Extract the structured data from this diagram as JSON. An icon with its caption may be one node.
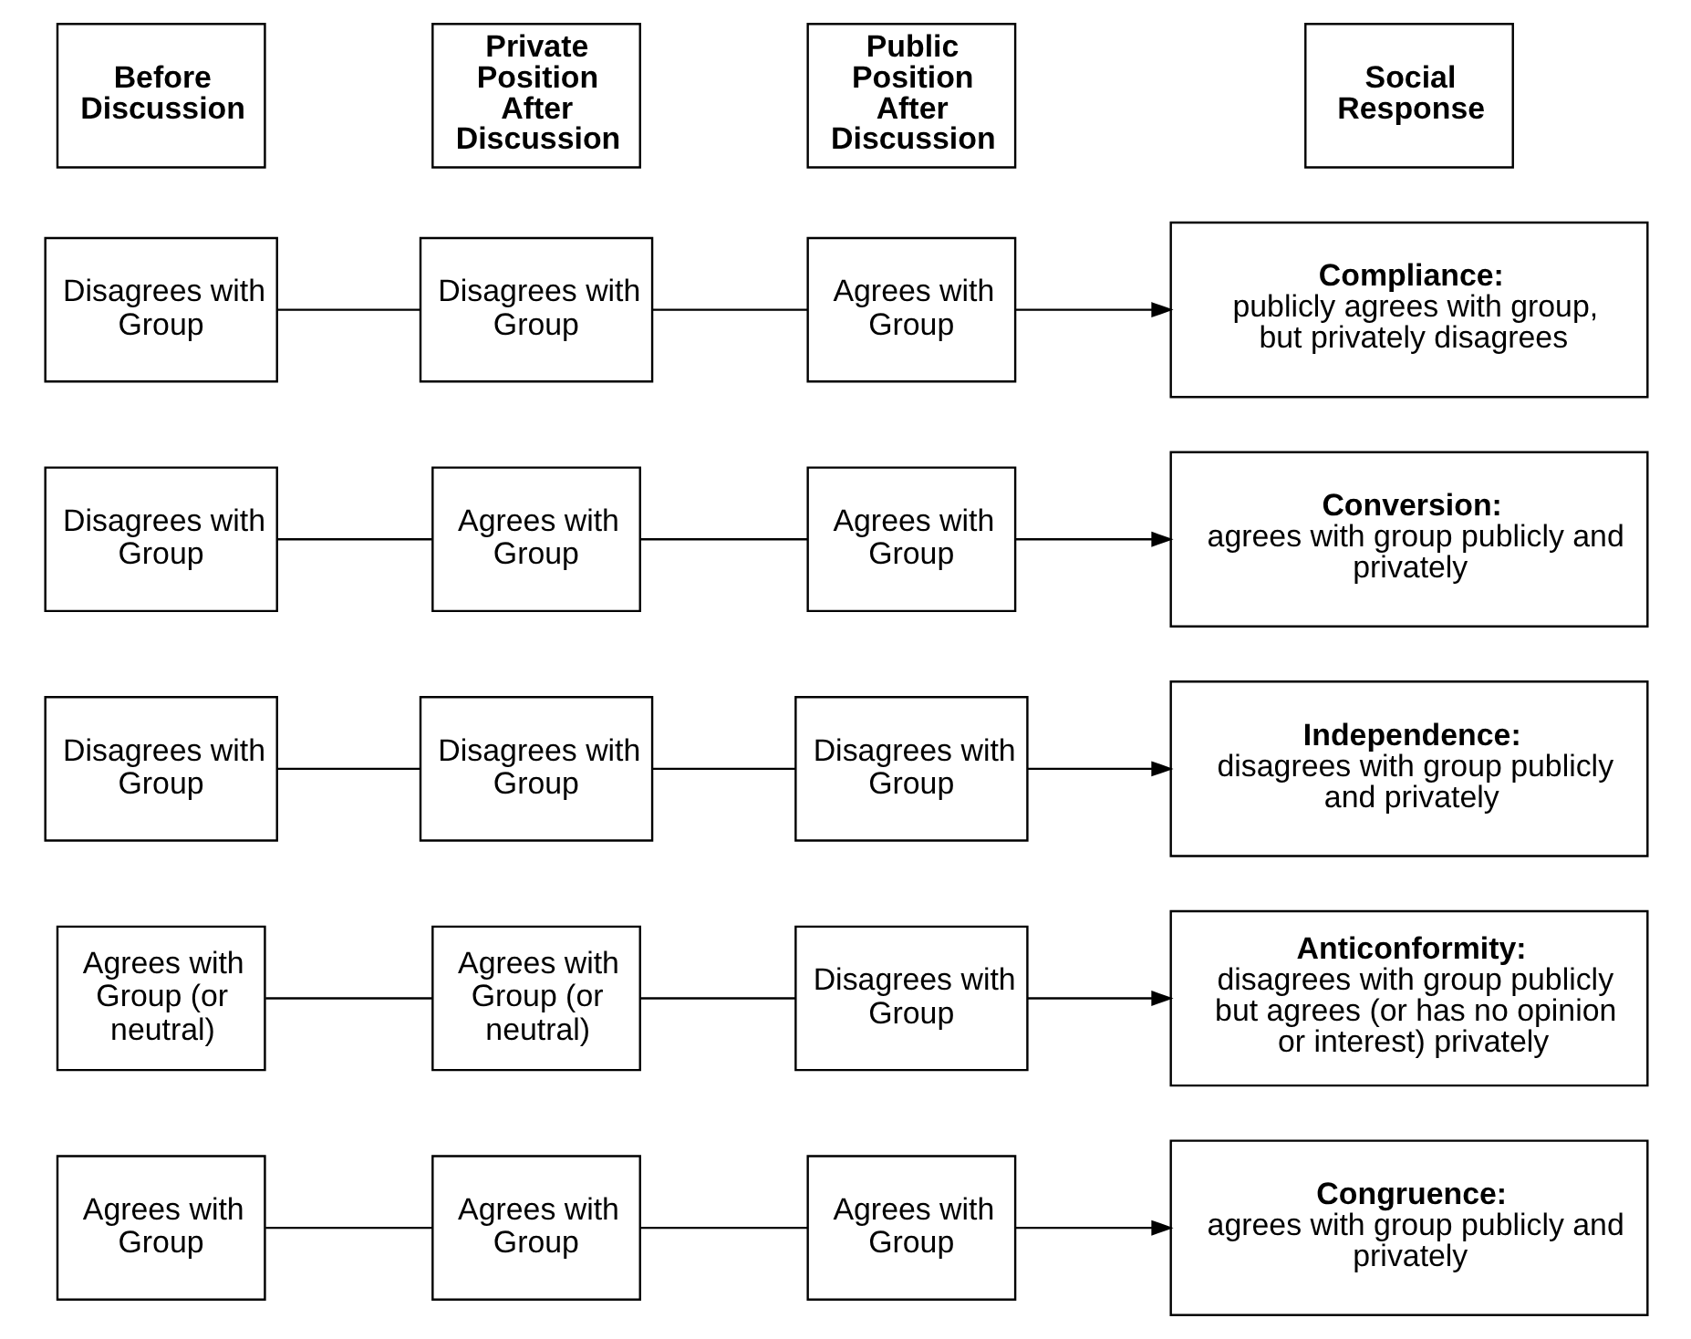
{
  "diagram": {
    "nodes": [
      {
        "text": [
          "Before Discussion"
        ]
      },
      {
        "text": [
          "Private Position After Discussion"
        ]
      },
      {
        "text": [
          "Public Position After Discussion"
        ]
      },
      {
        "text": [
          "Social Response"
        ]
      },
      {
        "text": [
          "Disagrees with Group"
        ]
      },
      {
        "text": [
          "Disagrees with Group"
        ]
      },
      {
        "text": [
          "Agrees with Group"
        ]
      },
      {
        "text": [
          "Compliance:",
          "publicly agrees with group, but privately disagrees"
        ]
      },
      {
        "text": [
          "Disagrees with Group"
        ]
      },
      {
        "text": [
          "Agrees with Group"
        ]
      },
      {
        "text": [
          "Agrees with Group"
        ]
      },
      {
        "text": [
          "Conversion:",
          "agrees with group publicly and privately"
        ]
      },
      {
        "text": [
          "Disagrees with Group"
        ]
      },
      {
        "text": [
          "Disagrees with Group"
        ]
      },
      {
        "text": [
          "Disagrees with Group"
        ]
      },
      {
        "text": [
          "Independence:",
          "disagrees with group publicly and privately"
        ]
      },
      {
        "text": [
          "Agrees with Group (or neutral)"
        ]
      },
      {
        "text": [
          "Agrees with Group (or neutral)"
        ]
      },
      {
        "text": [
          "Disagrees with Group"
        ]
      },
      {
        "text": [
          "Anticonformity:",
          "disagrees with group publicly but agrees (or has no opinion or interest) privately"
        ]
      },
      {
        "text": [
          "Agrees with Group"
        ]
      },
      {
        "text": [
          "Agrees with Group"
        ]
      },
      {
        "text": [
          "Agrees with Group"
        ]
      },
      {
        "text": [
          "Congruence:",
          "agrees with group publicly and privately"
        ]
      }
    ],
    "edges": [
      {
        "from": 4,
        "to": 5,
        "arrow": "none"
      },
      {
        "from": 5,
        "to": 6,
        "arrow": "none"
      },
      {
        "from": 6,
        "to": 7,
        "arrow": "to"
      },
      {
        "from": 8,
        "to": 9,
        "arrow": "none"
      },
      {
        "from": 9,
        "to": 10,
        "arrow": "none"
      },
      {
        "from": 10,
        "to": 11,
        "arrow": "to"
      },
      {
        "from": 12,
        "to": 13,
        "arrow": "none"
      },
      {
        "from": 13,
        "to": 14,
        "arrow": "none"
      },
      {
        "from": 14,
        "to": 15,
        "arrow": "to"
      },
      {
        "from": 16,
        "to": 17,
        "arrow": "none"
      },
      {
        "from": 17,
        "to": 18,
        "arrow": "none"
      },
      {
        "from": 18,
        "to": 19,
        "arrow": "to"
      },
      {
        "from": 20,
        "to": 21,
        "arrow": "none"
      },
      {
        "from": 21,
        "to": 22,
        "arrow": "none"
      },
      {
        "from": 22,
        "to": 23,
        "arrow": "to"
      }
    ]
  }
}
